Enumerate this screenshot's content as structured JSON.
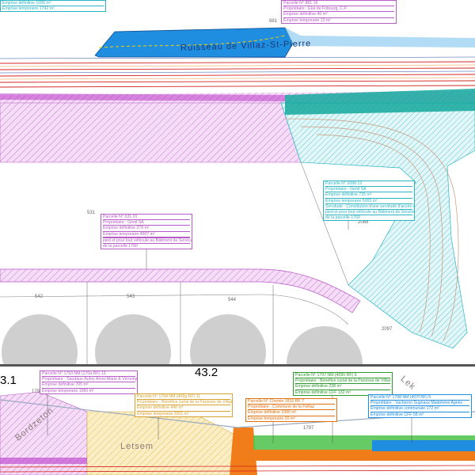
{
  "sheet_numbers": {
    "left": "3.1",
    "right": "43.2"
  },
  "stream_label": "Ruisseau de Villaz-St-Pierre",
  "place_names": {
    "bordzeton": "Bordzeton",
    "letsem": "Letsem",
    "lek": "Lek"
  },
  "parcel_numbers": [
    "531",
    "542",
    "543",
    "544",
    "2088",
    "2097",
    "1793",
    "1797",
    "1798",
    "881"
  ],
  "colors": {
    "purple": "#b85ac8",
    "cyan": "#2bb5c4",
    "blue": "#1877d6",
    "orange": "#f07d19",
    "yellow": "#f2d27a",
    "green": "#3fae3a",
    "red": "#e02020",
    "grey_circle": "#cfcfcf"
  },
  "labels": {
    "top_left": {
      "rows": [
        "Emprise définitive        1093 m²",
        "Emprise temporaire        1742 m²"
      ]
    },
    "top_right": {
      "rows": [
        "Parcelle N° 881                18",
        "Propriétaire : État de Fribourg, C.P.",
        "Emprise définitive        40 m²",
        "Emprise temporaire        12 m²"
      ]
    },
    "p531": {
      "rows": [
        "Parcelle N° 531                  20",
        "Propriétaire : Genil SA",
        "Emprise définitive        379 m²",
        "Emprise temporaire        4907 m²",
        "",
        "pied et pour tout véhicule au Bâtiment de Service",
        "de la parcelle 1760"
      ]
    },
    "p2088": {
      "rows": [
        "Parcelle N° 2088               19",
        "Propriétaire : Genil SA",
        "Emprise définitive        735 m²",
        "Emprise temporaire        5065 m²",
        "Servitude : Constitution d'une servitude d'accès à",
        "pied et pour tout véhicule au Bâtiment de Service",
        "de la parcelle 1760"
      ]
    },
    "p1793": {
      "rows": [
        "Parcelle N° 1793 NM (170a RF)       13",
        "Propriétaire : Saudaux-Aubry Anne-Marie & Véronique",
        "Emprise définitive          705 m²",
        "Emprise temporaire        1960 m²"
      ]
    },
    "p1794": {
      "rows": [
        "Parcelle N° 1794 NM (409g RF)      11",
        "Propriétaire : Bénéfice curial de la Paroisse de Villaz",
        "Emprise définitive          440 m²",
        "Emprise temporaire        3301 m²"
      ]
    },
    "p1816": {
      "rows": [
        "Parcelle N° Chemin 1816 RF           7",
        "Propriétaire : Commune de la Folliaz",
        "Emprise définitive          1080 m²",
        "Emprise temporaire           20 m²"
      ]
    },
    "p1797": {
      "rows": [
        "Parcelle N° 1797 NM (409h RF)         6",
        "Propriétaire : Bénéfice curial de la Paroisse de Villaz",
        "Emprise définitive            238 m²",
        "Emprise définitive CFF      132 m²"
      ]
    },
    "p1798": {
      "rows": [
        "Parcelle N° 1798 NM (407f RF)                  5",
        "Propriétaire : Vacheron Sugnaux Madeleine Agnès",
        "Emprise définitive communale      172 m²",
        "Emprise définitive CFF             58 m²"
      ]
    }
  }
}
